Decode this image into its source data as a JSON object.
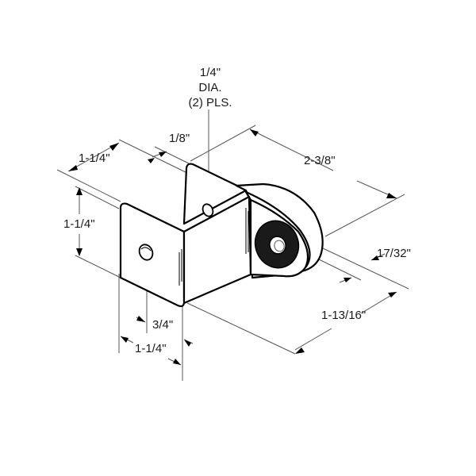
{
  "drawing": {
    "subject": "Z-bracket with eye (isometric dimensioned drawing)",
    "colors": {
      "line": "#000000",
      "dimension_line": "#555555",
      "washer": "#1a1a1a",
      "background": "#ffffff"
    },
    "callout": {
      "line1": "1/4\"",
      "line2": "DIA.",
      "line3": "(2) PLS."
    },
    "dimensions": {
      "flange_depth_top": "1-1/4\"",
      "thickness": "1/8\"",
      "overall_length": "2-3/8\"",
      "height": "1-1/4\"",
      "eye_thickness": "17/32\"",
      "eye_offset": "1-13/16\"",
      "hole_offset": "3/4\"",
      "flange_width_bottom": "1-1/4\""
    }
  }
}
